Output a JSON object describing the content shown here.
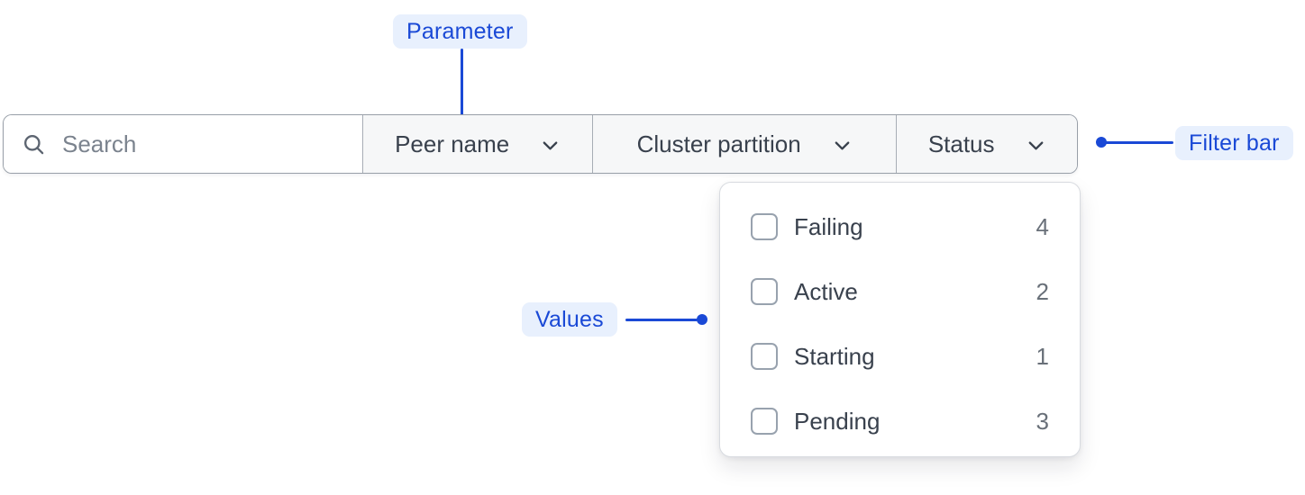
{
  "annotations": {
    "parameter": {
      "label": "Parameter"
    },
    "filter_bar": {
      "label": "Filter bar"
    },
    "values": {
      "label": "Values"
    }
  },
  "filter_bar": {
    "search": {
      "placeholder": "Search",
      "value": ""
    },
    "parameters": [
      {
        "label": "Peer name"
      },
      {
        "label": "Cluster partition"
      },
      {
        "label": "Status"
      }
    ]
  },
  "status_dropdown": {
    "items": [
      {
        "label": "Failing",
        "count": "4",
        "checked": false
      },
      {
        "label": "Active",
        "count": "2",
        "checked": false
      },
      {
        "label": "Starting",
        "count": "1",
        "checked": false
      },
      {
        "label": "Pending",
        "count": "3",
        "checked": false
      }
    ]
  },
  "colors": {
    "accent_blue": "#1a49d6",
    "annotation_pill_bg": "#e8f0fd",
    "bar_border": "#989fa8",
    "section_bg": "#f6f7f8",
    "text_dark": "#39414d",
    "text_muted": "#697079"
  }
}
